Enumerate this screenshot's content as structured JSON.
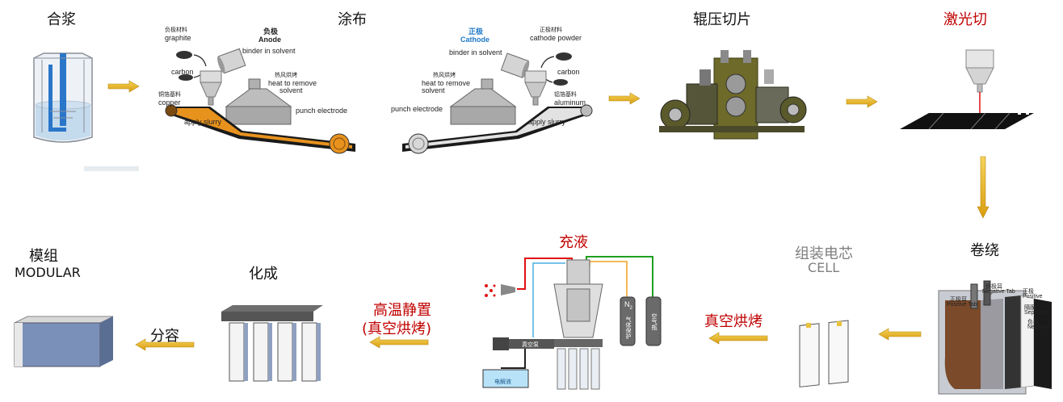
{
  "steps": {
    "mixing": "合浆",
    "coating": "涂布",
    "rolling": "辊压切片",
    "laser": "激光切",
    "winding": "卷绕",
    "assembly_cn": "组装电芯",
    "assembly_en": "CELL",
    "vacuum_bake": "真空烘烤",
    "filling": "充液",
    "aging_line1": "高温静置",
    "aging_line2": "(真空烘烤)",
    "formation": "化成",
    "grading": "分容",
    "module_cn": "模组",
    "module_en": "MODULAR"
  },
  "anode": {
    "material_cn": "负极材料",
    "graphite": "graphite",
    "carbon": "carbon",
    "title_cn": "负极",
    "title_en": "Anode",
    "binder": "binder in solvent",
    "heat_cn": "热风烘烤",
    "heat_en1": "heat to remove",
    "heat_en2": "solvent",
    "foil_cn": "铜箔基料",
    "foil_en": "copper",
    "apply": "apply slurry",
    "punch": "punch electrode"
  },
  "cathode": {
    "title_cn": "正极",
    "title_en": "Cathode",
    "binder": "binder in solvent",
    "material_cn": "正极材料",
    "powder": "cathode powder",
    "carbon": "carbon",
    "heat_cn": "热风烘烤",
    "heat_en1": "heat to remove",
    "heat_en2": "solvent",
    "foil_cn": "铝箔基料",
    "foil_en": "aluminum",
    "punch": "punch electrode",
    "apply": "apply slurry"
  },
  "winding_labels": {
    "pos_tab_cn": "正极耳",
    "pos_tab_en": "Positive Tab",
    "neg_tab_cn": "负极耳",
    "neg_tab_en": "Negative Tab",
    "positive_cn": "正极",
    "positive_en": "Positive",
    "separator_cn": "隔膜",
    "separator_en": "Separator",
    "negative_cn": "负极",
    "negative_en": "Negative"
  },
  "filling_labels": {
    "n2": "N",
    "n2_sub": "2",
    "gas1": "气体保护",
    "gas2": "空气瓶",
    "pump": "真空泵",
    "tank": "电解液"
  },
  "colors": {
    "arrow": "#e8b21a",
    "arrow_stroke": "#b88a10",
    "red_label": "#c00000",
    "blue_label": "#1e78c8",
    "gray_label": "#808080"
  }
}
